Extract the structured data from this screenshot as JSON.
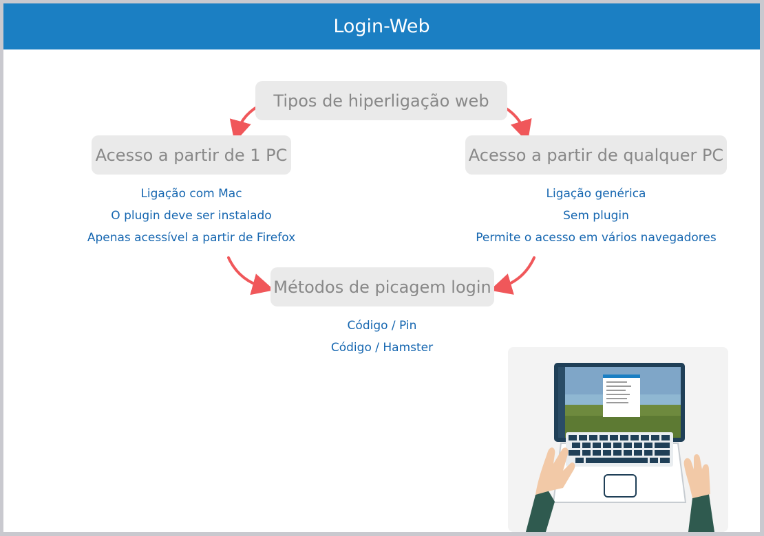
{
  "header": {
    "title": "Login-Web"
  },
  "nodes": {
    "top": "Tipos de hiperligação web",
    "left": "Acesso a partir de 1 PC",
    "right": "Acesso a partir de qualquer PC",
    "bottom": "Métodos de picagem login"
  },
  "left_list": [
    "Ligação com Mac",
    "O plugin deve ser instalado",
    "Apenas acessível a partir de Firefox"
  ],
  "right_list": [
    "Ligação genérica",
    "Sem plugin",
    "Permite o acesso em vários navegadores"
  ],
  "bottom_list": [
    "Código / Pin",
    "Código / Hamster"
  ],
  "colors": {
    "header": "#1b7fc3",
    "arrow": "#f0575a",
    "link_text": "#1566b0",
    "box_bg": "#eaeaea"
  },
  "illustration": {
    "icon": "laptop-with-hands-illustration"
  }
}
